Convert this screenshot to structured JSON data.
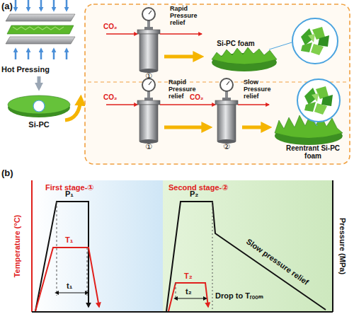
{
  "diagram": {
    "nodes": [
      {
        "text": [
          "First stage-①"
        ]
      },
      {
        "text": [
          "Second stage-②"
        ]
      }
    ],
    "labels": [
      "(a)",
      "Hot Pressing",
      "Si-PC",
      "CO₂",
      "Rapid Pressure relief",
      "①",
      "Si-PC foam",
      "CO₂",
      "Rapid Pressure relief",
      "①",
      "CO₂",
      "Slow Pressure relief",
      "②",
      "Reentrant Si-PC foam",
      "(b)",
      "Temperature (°C)",
      "Pressure (MPa)",
      "P₁",
      "T₁",
      "t₁",
      "P₂",
      "T₂",
      "t₂",
      "Slow pressure relief",
      "Drop to Tᵣₒₒₘ"
    ]
  }
}
